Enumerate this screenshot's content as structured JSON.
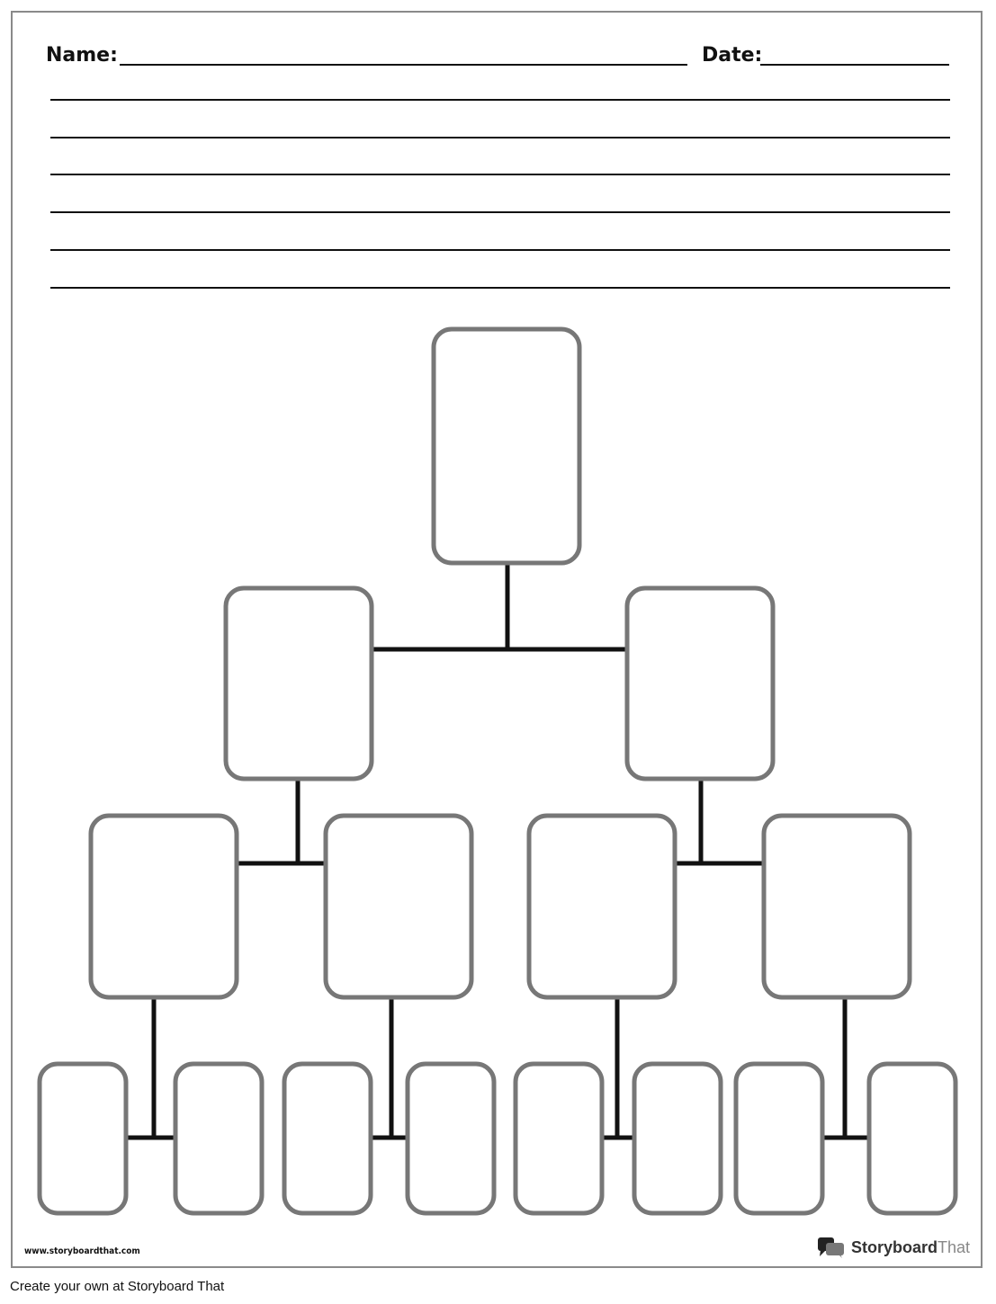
{
  "worksheet": {
    "name_label": "Name:",
    "date_label": "Date:",
    "writing_lines": 6
  },
  "diagram": {
    "levels": [
      1,
      2,
      4,
      8
    ],
    "box_stroke_color": "#777777",
    "connector_color": "#111111"
  },
  "branding": {
    "website": "www.storyboardthat.com",
    "logo_word_1": "Storyboard",
    "logo_word_2": "That",
    "footer_text": "Create your own at Storyboard That"
  }
}
